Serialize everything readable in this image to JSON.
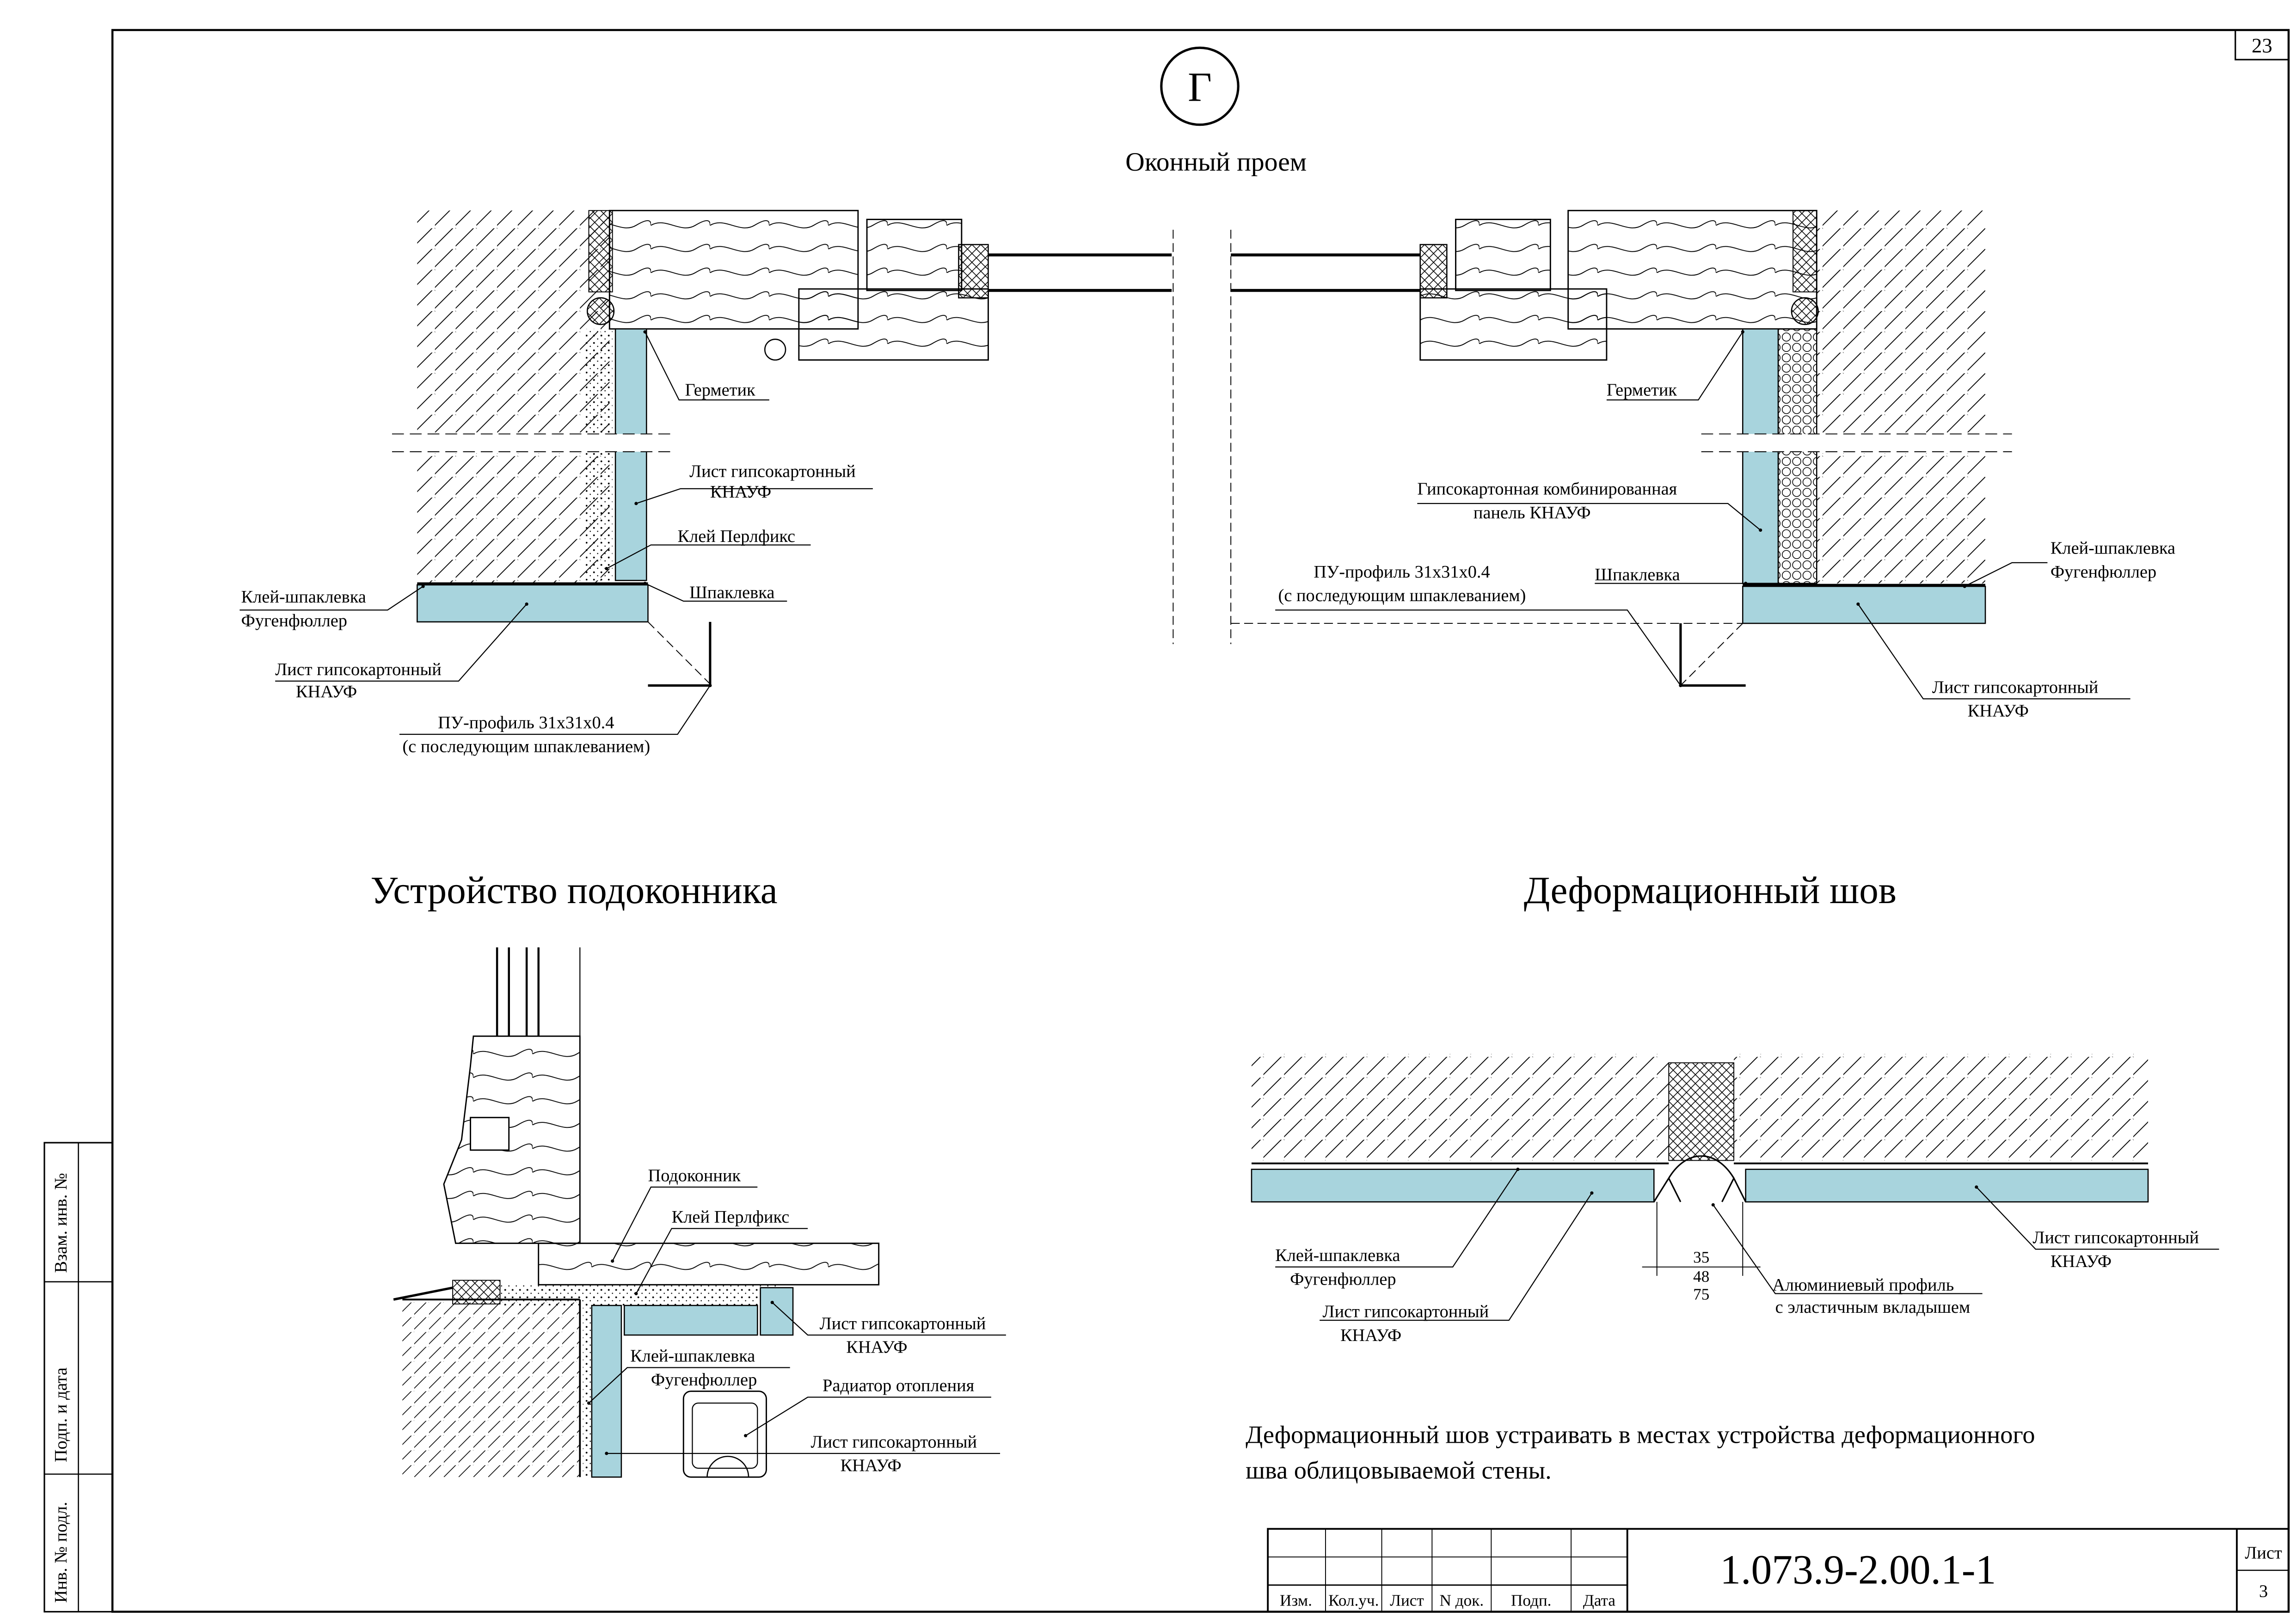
{
  "sheet_number": "23",
  "view_marker": "Г",
  "window": {
    "title": "Оконный проем",
    "left": {
      "sealant": "Герметик",
      "gkl_a": "Лист гипсокартонный",
      "gkl_b": "КНАУФ",
      "perlfix": "Клей Перлфикс",
      "putty": "Шпаклевка",
      "fugen_a": "Клей-шпаклевка",
      "fugen_b": "Фугенфюллер",
      "gkl2_a": "Лист гипсокартонный",
      "gkl2_b": "КНАУФ",
      "profile_a": "ПУ-профиль 31х31х0.4",
      "profile_b": "(с последующим шпаклеванием)"
    },
    "right": {
      "sealant": "Герметик",
      "panel_a": "Гипсокартонная комбинированная",
      "panel_b": "панель  КНАУФ",
      "profile_a": "ПУ-профиль 31х31х0.4",
      "profile_b": "(с последующим шпаклеванием)",
      "putty": "Шпаклевка",
      "fugen_a": "Клей-шпаклевка",
      "fugen_b": "Фугенфюллер",
      "gkl_a": "Лист гипсокартонный",
      "gkl_b": "КНАУФ"
    }
  },
  "sill": {
    "title": "Устройство подоконника",
    "sill_board": "Подоконник",
    "perlfix": "Клей Перлфикс",
    "gkl_a": "Лист гипсокартонный",
    "gkl_b": "КНАУФ",
    "fugen_a": "Клей-шпаклевка",
    "fugen_b": "Фугенфюллер",
    "radiator": "Радиатор отопления",
    "gkl2_a": "Лист гипсокартонный",
    "gkl2_b": "КНАУФ"
  },
  "joint": {
    "title": "Деформационный шов",
    "fugen_a": "Клей-шпаклевка",
    "fugen_b": "Фугенфюллер",
    "gkl_a": "Лист гипсокартонный",
    "gkl_b": "КНАУФ",
    "gkl_right_a": "Лист гипсокартонный",
    "gkl_right_b": "КНАУФ",
    "profile_a": "Алюминиевый профиль",
    "profile_b": "с эластичным вкладышем",
    "dim_1": "35",
    "dim_2": "48",
    "dim_3": "75",
    "note_1": "Деформационный шов устраивать в местах устройства деформационного",
    "note_2": "шва облицовываемой стены."
  },
  "side_stamp": {
    "col_1": "Взам. инв. №",
    "col_2": "Подп. и дата",
    "col_3": "Инв. № подл."
  },
  "title_block": {
    "designation": "1.073.9-2.00.1-1",
    "sheet_label": "Лист",
    "sheet_value": "3",
    "headers": [
      "Изм.",
      "Кол.уч.",
      "Лист",
      "N док.",
      "Подп.",
      "Дата"
    ]
  },
  "colors": {
    "board": "#a8d4dd",
    "line": "#000000",
    "paper": "#ffffff"
  }
}
